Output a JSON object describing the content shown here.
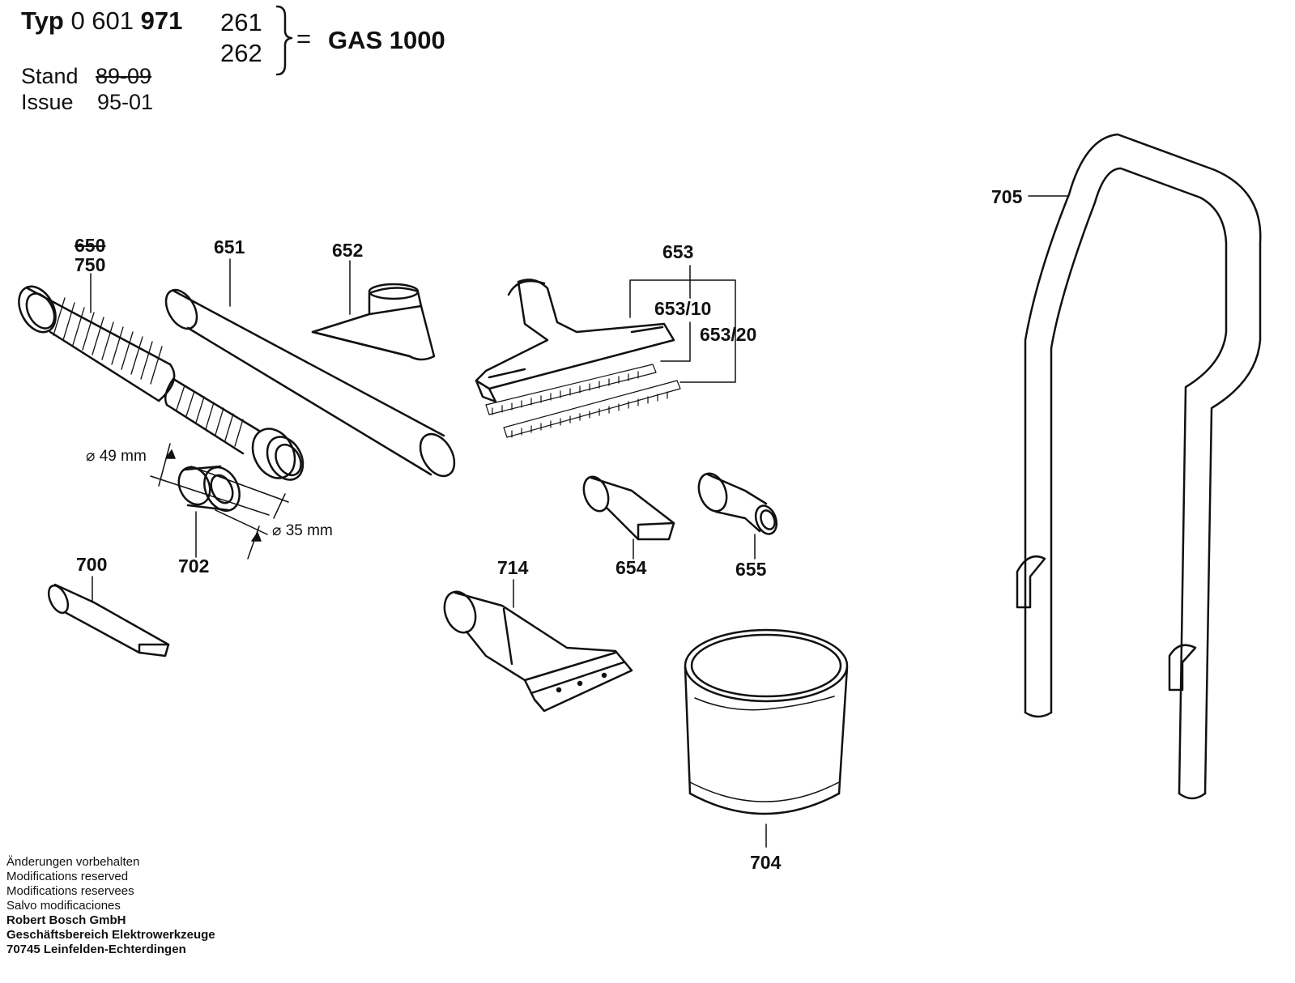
{
  "header": {
    "typ_label": "Typ",
    "typ_number_prefix": "0 601",
    "typ_number_bold": "971",
    "variant_1": "261",
    "variant_2": "262",
    "equals": "=",
    "model": "GAS 1000",
    "stand_label": "Stand",
    "stand_value": "89-09",
    "issue_label": "Issue",
    "issue_value": "95-01"
  },
  "parts": {
    "p650": "650",
    "p750": "750",
    "p651": "651",
    "p652": "652",
    "p653": "653",
    "p653_10": "653/10",
    "p653_20": "653/20",
    "p654": "654",
    "p655": "655",
    "p700": "700",
    "p702": "702",
    "p704": "704",
    "p705": "705",
    "p714": "714"
  },
  "dimensions": {
    "outer": "⌀ 49 mm",
    "inner": "⌀ 35 mm"
  },
  "footer": {
    "line1": "Änderungen vorbehalten",
    "line2": "Modifications reserved",
    "line3": "Modifications reservees",
    "line4": "Salvo modificaciones",
    "company": "Robert Bosch GmbH",
    "division": "Geschäftsbereich Elektrowerkzeuge",
    "address": "70745 Leinfelden-Echterdingen"
  }
}
